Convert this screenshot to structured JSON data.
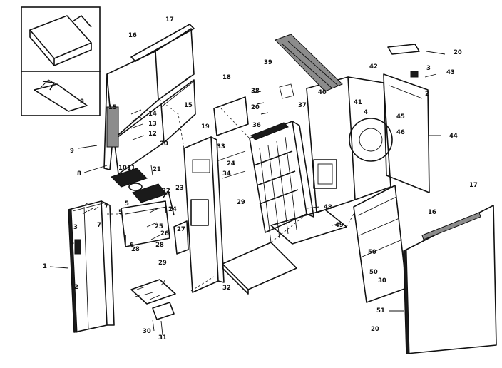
{
  "diagram": {
    "callouts": [
      {
        "text": "1"
      },
      {
        "text": "2"
      },
      {
        "text": "3"
      },
      {
        "text": "4"
      },
      {
        "text": "5"
      },
      {
        "text": "6"
      },
      {
        "text": "7"
      },
      {
        "text": "8"
      },
      {
        "text": "9"
      },
      {
        "text": "10"
      },
      {
        "text": "11"
      },
      {
        "text": "12"
      },
      {
        "text": "13"
      },
      {
        "text": "14"
      },
      {
        "text": "15"
      },
      {
        "text": "16"
      },
      {
        "text": "17"
      },
      {
        "text": "18"
      },
      {
        "text": "19"
      },
      {
        "text": "20"
      },
      {
        "text": "21"
      },
      {
        "text": "22"
      },
      {
        "text": "23"
      },
      {
        "text": "24"
      },
      {
        "text": "25"
      },
      {
        "text": "26"
      },
      {
        "text": "27"
      },
      {
        "text": "28"
      },
      {
        "text": "29"
      },
      {
        "text": "30"
      },
      {
        "text": "31"
      },
      {
        "text": "32"
      },
      {
        "text": "33"
      },
      {
        "text": "34"
      },
      {
        "text": "36"
      },
      {
        "text": "37"
      },
      {
        "text": "38"
      },
      {
        "text": "39"
      },
      {
        "text": "40"
      },
      {
        "text": "41"
      },
      {
        "text": "42"
      },
      {
        "text": "43"
      },
      {
        "text": "44"
      },
      {
        "text": "45"
      },
      {
        "text": "46"
      },
      {
        "text": "48"
      },
      {
        "text": "49"
      },
      {
        "text": "50"
      },
      {
        "text": "51"
      }
    ],
    "extra_labels": {
      "l_2b": "2",
      "l_3b": "3",
      "l_4b": "4",
      "l_8b": "8",
      "l_15b": "15",
      "l_16b": "16",
      "l_17b": "17",
      "l_20b": "20",
      "l_20c": "20",
      "l_20d": "20",
      "l_24b": "24",
      "l_28b": "28",
      "l_29b": "29",
      "l_30b": "30",
      "l_50b": "50",
      "l_7b": "7",
      "l_5b": "5"
    }
  }
}
